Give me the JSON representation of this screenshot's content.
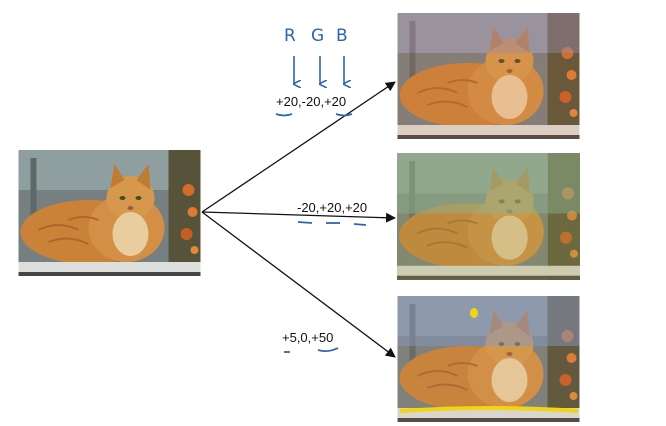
{
  "annotation": {
    "channels": [
      "R",
      "G",
      "B"
    ],
    "ink_color": "#2c66b0",
    "highlight_color": "#f2d40f"
  },
  "adjustments": [
    {
      "label": "+20,-20,+20"
    },
    {
      "label": "-20,+20,+20"
    },
    {
      "label": "+5,0,+50"
    }
  ],
  "images": {
    "source": {
      "tint": "#d08a3a",
      "description_icon": "cat-photo"
    },
    "top": {
      "tint": "#d67d42"
    },
    "middle": {
      "tint": "#a89a48"
    },
    "bottom": {
      "tint": "#c88a55"
    }
  }
}
